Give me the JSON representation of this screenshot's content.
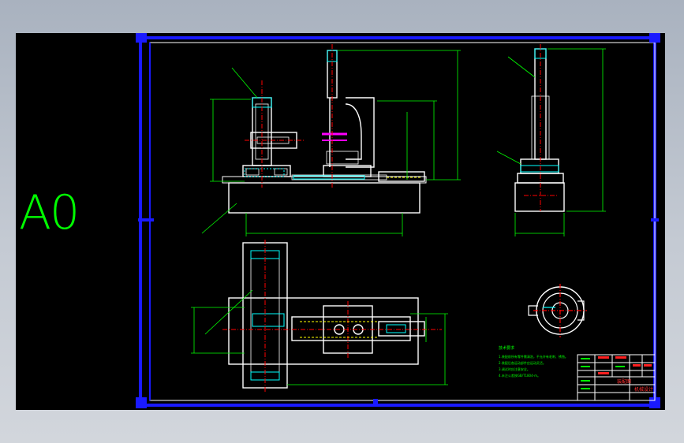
{
  "sheet": {
    "size_label": "A0"
  },
  "colors": {
    "background": "#000000",
    "frame": "#0000ff",
    "outline": "#ffffff",
    "dimension": "#00ff00",
    "centerline": "#ff0000",
    "hidden": "#ffff00",
    "accent": "#00ffff"
  },
  "notes": {
    "title": "技术要求",
    "items": [
      "1.装配前所有零件需清洗，不允许有毛刺、锈蚀。",
      "2.装配后各运动部件应运动灵活。",
      "3.调试时应注意安全。",
      "4.未注公差按GB/T1804-m。"
    ]
  },
  "title_block": {
    "drawing_title": "装配图",
    "company": "机械设计"
  }
}
